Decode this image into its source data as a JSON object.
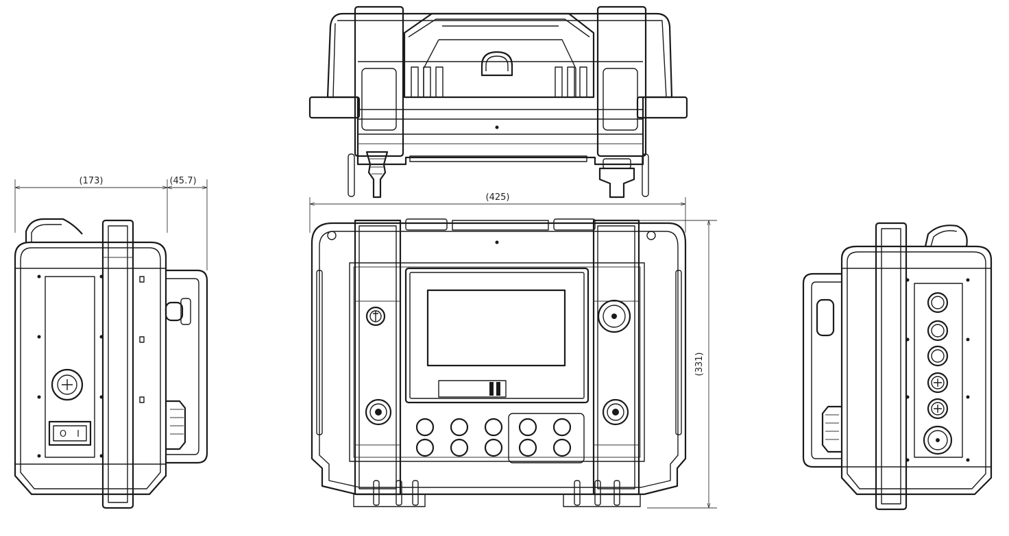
{
  "dimensions": {
    "side_depth": "(173)",
    "handle_depth": "(45.7)",
    "front_width": "(425)",
    "front_height": "(331)"
  },
  "switch_labels": {
    "off": "O",
    "on": "I"
  }
}
